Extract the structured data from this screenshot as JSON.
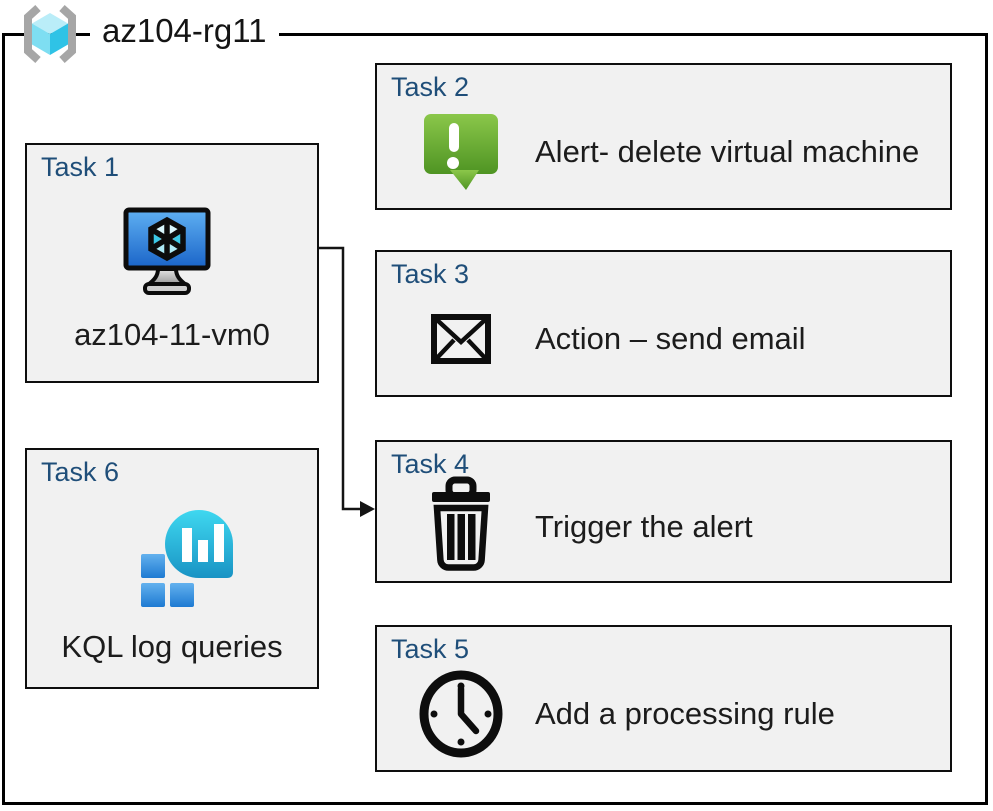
{
  "header": {
    "title": "az104-rg11",
    "icon": "resource-group-icon"
  },
  "tasks": [
    {
      "id": "task-1",
      "title": "Task 1",
      "icon": "virtual-machine-icon",
      "label": "az104-11-vm0"
    },
    {
      "id": "task-2",
      "title": "Task 2",
      "icon": "alert-icon",
      "label": "Alert- delete virtual machine"
    },
    {
      "id": "task-3",
      "title": "Task 3",
      "icon": "email-icon",
      "label": "Action – send email"
    },
    {
      "id": "task-4",
      "title": "Task 4",
      "icon": "trash-icon",
      "label": "Trigger the alert"
    },
    {
      "id": "task-5",
      "title": "Task 5",
      "icon": "clock-icon",
      "label": "Add a processing rule"
    },
    {
      "id": "task-6",
      "title": "Task 6",
      "icon": "log-analytics-icon",
      "label": "KQL log queries"
    }
  ],
  "connector": {
    "from": "Task 1",
    "to": "Task 4"
  },
  "colors": {
    "task_title_blue": "#1F4E79",
    "box_fill": "#F1F1F1",
    "box_border": "#0E0E0E",
    "outer_border": "#000000",
    "alert_green_top": "#86C440",
    "alert_green_bottom": "#55991F",
    "vm_screen_blue_top": "#4F9FE8",
    "vm_screen_blue_bottom": "#1F6FD0",
    "log_teal_top": "#3FD8F0",
    "log_teal_bottom": "#1993C4",
    "log_square_blue_top": "#63B1EE",
    "log_square_blue_bottom": "#1E7AD2",
    "rg_bracket_gray": "#A6A6A6",
    "rg_cube_cyan": "#52CCEA"
  }
}
